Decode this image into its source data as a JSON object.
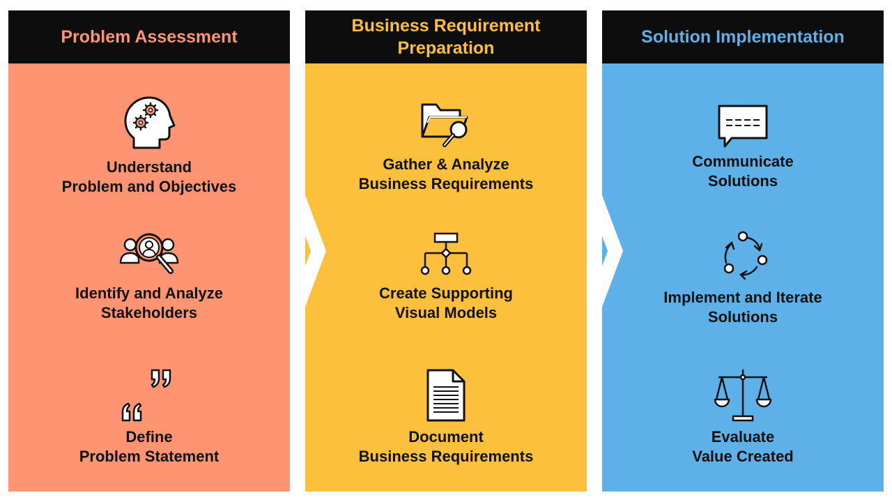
{
  "colors": {
    "assessment": "#ff9472",
    "preparation": "#fcc03c",
    "implementation": "#5eb1e8",
    "header_bg": "#0d0d0d"
  },
  "columns": [
    {
      "title": "Problem Assessment",
      "steps": [
        {
          "icon": "head-gears-icon",
          "label": "Understand\nProblem and Objectives"
        },
        {
          "icon": "stakeholder-search-icon",
          "label": "Identify and Analyze\nStakeholders"
        },
        {
          "icon": "quote-marks-icon",
          "label": "Define\nProblem Statement"
        }
      ]
    },
    {
      "title": "Business Requirement\nPreparation",
      "steps": [
        {
          "icon": "folder-search-icon",
          "label": "Gather & Analyze\nBusiness Requirements"
        },
        {
          "icon": "hierarchy-chart-icon",
          "label": "Create Supporting\nVisual Models"
        },
        {
          "icon": "document-icon",
          "label": "Document\nBusiness Requirements"
        }
      ]
    },
    {
      "title": "Solution Implementation",
      "steps": [
        {
          "icon": "speech-bubble-icon",
          "label": "Communicate\nSolutions"
        },
        {
          "icon": "cycle-icon",
          "label": "Implement and Iterate\nSolutions"
        },
        {
          "icon": "balance-scale-icon",
          "label": "Evaluate\nValue Created"
        }
      ]
    }
  ]
}
